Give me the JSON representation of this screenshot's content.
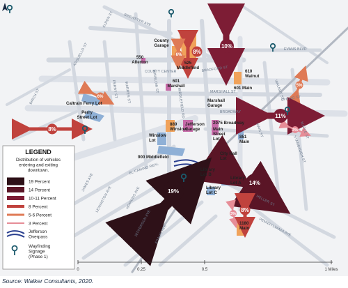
{
  "legend": {
    "title": "LEGEND",
    "description": [
      "Distribution of vehicles",
      "entering and exiting",
      "downtown."
    ],
    "items": [
      {
        "label": "19 Percent",
        "color": "#2e1118"
      },
      {
        "label": "14 Percent",
        "color": "#5a1526"
      },
      {
        "label": "10-11 Percent",
        "color": "#7d1d35"
      },
      {
        "label": "8 Percent",
        "color": "#c0423d"
      },
      {
        "label": "5-6 Percent",
        "color": "#df7a55"
      },
      {
        "label": "3 Percent",
        "color": "#e68d97"
      }
    ],
    "overpass": [
      "Jefferson",
      "Overpass"
    ],
    "wayfinding": [
      "Wayfinding",
      "Signage",
      "(Phase 1)"
    ]
  },
  "percent_labels": {
    "top_center": "10%",
    "top_left_arrow": "8%",
    "small_county": "6%",
    "right_top": "5%",
    "caltrain": "6%",
    "left_arrow": "8%",
    "right_arrow": "11%",
    "right_small": "3%",
    "bottom_right": "14%",
    "bottom_center": "19%",
    "lower_right_a": "3%",
    "lower_right_b": "8%"
  },
  "parking": {
    "county_garage": [
      "County",
      "Garage"
    ],
    "middlefield_525": [
      "525",
      "Middlefield"
    ],
    "allerton_550": [
      "550",
      "Allerton"
    ],
    "marshall_601": [
      "601",
      "Marshall"
    ],
    "walnut_610": [
      "610",
      "Walnut"
    ],
    "main_601": "601 Main",
    "caltrain_ferry": "Caltrain Ferry Lot",
    "perry_street": [
      "Perry",
      "Street Lot"
    ],
    "marshall_garage": [
      "Marshall",
      "Garage"
    ],
    "winslow_889": [
      "889",
      "Winslow"
    ],
    "winslow_lot": [
      "Winslow",
      "Lot"
    ],
    "jefferson_garage": [
      "Jefferson",
      "Garage"
    ],
    "broadway_2075": "2075 Broadway",
    "main_street_lot": [
      "Main",
      "Street",
      "Lot"
    ],
    "main_851": [
      "851",
      "Main"
    ],
    "middlefield_900": "900 Middlefield",
    "city_hall": [
      "City Hall",
      "Lot"
    ],
    "library_b": [
      "Library",
      "Lot B"
    ],
    "library_c": [
      "Library",
      "Lot C"
    ],
    "library_a": [
      "Library",
      "Lot A"
    ],
    "main_1180": [
      "1180",
      "Main"
    ]
  },
  "streets": {
    "brewster": "BREWSTER AVE",
    "alden": "ALDEN ST",
    "arguello": "ARGUELLO ST",
    "birch": "BIRCH ST",
    "county_center": "COUNTY CENTER",
    "bradford": "BRADFORD ST",
    "marshall": "MARSHALL ST",
    "evans": "EVANS BLVD",
    "walnut": "WALNUT ST",
    "spring": "SPRING ST",
    "broadway": "BROADWAY",
    "el_camino": "EL CAMINO REAL",
    "james": "JAMES AVE",
    "lexington": "LEXINGTON AVE",
    "hopkins": "HOPKINS AVE",
    "jefferson": "JEFFERSON AVE",
    "adams": "ADAMS AVE",
    "heller": "HELLER ST",
    "pennsylvania": "PENNSYLVANIA AVE",
    "maple": "MAPLE ST",
    "main": "MAIN ST",
    "middlefield": "MIDDLEFIELD RD",
    "winslow": "WINSLOW ST",
    "perry": "PERRY ST",
    "warren": "WARREN ST",
    "stambaugh": "STAMBAUGH ST"
  },
  "scale": {
    "ticks": [
      "0",
      "0.25",
      "0.5",
      "1 Miles"
    ]
  },
  "source": "Source: Walker Consultants, 2020.",
  "colors": {
    "street_fill": "#dfe3ea",
    "street_line": "#b7bfcb",
    "block": "#f3f4f6",
    "parking_orange": "#f0a25a",
    "parking_pink": "#c66aa8",
    "parking_blue": "#8fb0d6",
    "overpass": "#2a3f8f",
    "sign": "#1b5a6c"
  }
}
